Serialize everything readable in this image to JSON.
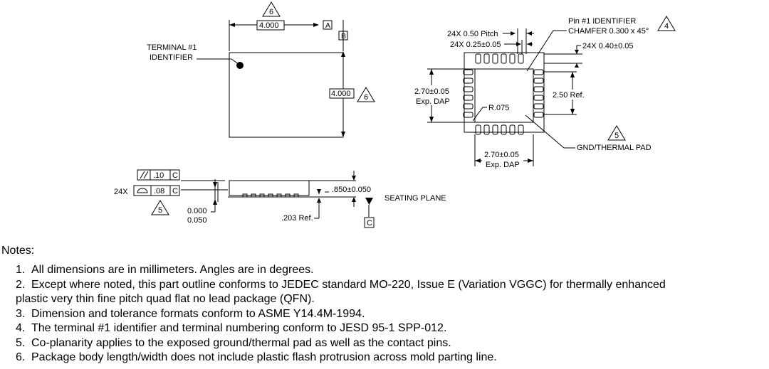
{
  "top_view": {
    "width_dim": "4.000",
    "height_dim": "4.000",
    "flag_6": "6",
    "datum_a": "A",
    "datum_b": "B",
    "terminal_label_1": "TERMINAL #1",
    "terminal_label_2": "IDENTIFIER"
  },
  "bottom_view": {
    "pin1_1": "Pin #1  IDENTIFIER",
    "pin1_2": "CHAMFER 0.300 x 45°",
    "flag_4": "4",
    "pitch": "24X 0.50 Pitch",
    "lead_width": "24X 0.25±0.05",
    "lead_length": "24X 0.40±0.05",
    "dap_v_1": "2.70±0.05",
    "dap_v_2": "Exp. DAP",
    "ref_250": "2.50 Ref.",
    "radius": "R.075",
    "flag_5": "5",
    "gnd": "GND/THERMAL PAD",
    "dap_h_1": "2.70±0.05",
    "dap_h_2": "Exp. DAP"
  },
  "side_view": {
    "fcf1_tol": ".10",
    "fcf1_datum": "C",
    "count": "24X",
    "fcf2_tol": ".08",
    "fcf2_datum": "C",
    "flag_5": "5",
    "standoff_1": "0.000",
    "standoff_2": "0.050",
    "ref_203": ".203 Ref.",
    "height": ".850±0.050",
    "seating": "SEATING PLANE",
    "datum_c": "C"
  },
  "notes": {
    "title": "Notes:",
    "items": [
      {
        "num": "1.",
        "line1": "All dimensions are in millimeters.  Angles are in degrees."
      },
      {
        "num": "2.",
        "line1": "Except where noted, this part outline conforms to JEDEC standard MO-220, Issue E (Variation VGGC) for thermally enhanced",
        "line2": "plastic very thin fine pitch quad flat no lead package (QFN)."
      },
      {
        "num": "3.",
        "line1": "Dimension and tolerance formats conform to ASME Y14.4M-1994."
      },
      {
        "num": "4.",
        "line1": "The terminal #1 identifier and terminal numbering conform to JESD 95-1 SPP-012."
      },
      {
        "num": "5.",
        "line1": "Co-planarity applies to the exposed ground/thermal pad as well as the contact pins."
      },
      {
        "num": "6.",
        "line1": "Package body length/width does not include plastic flash protrusion across mold parting line."
      }
    ]
  }
}
